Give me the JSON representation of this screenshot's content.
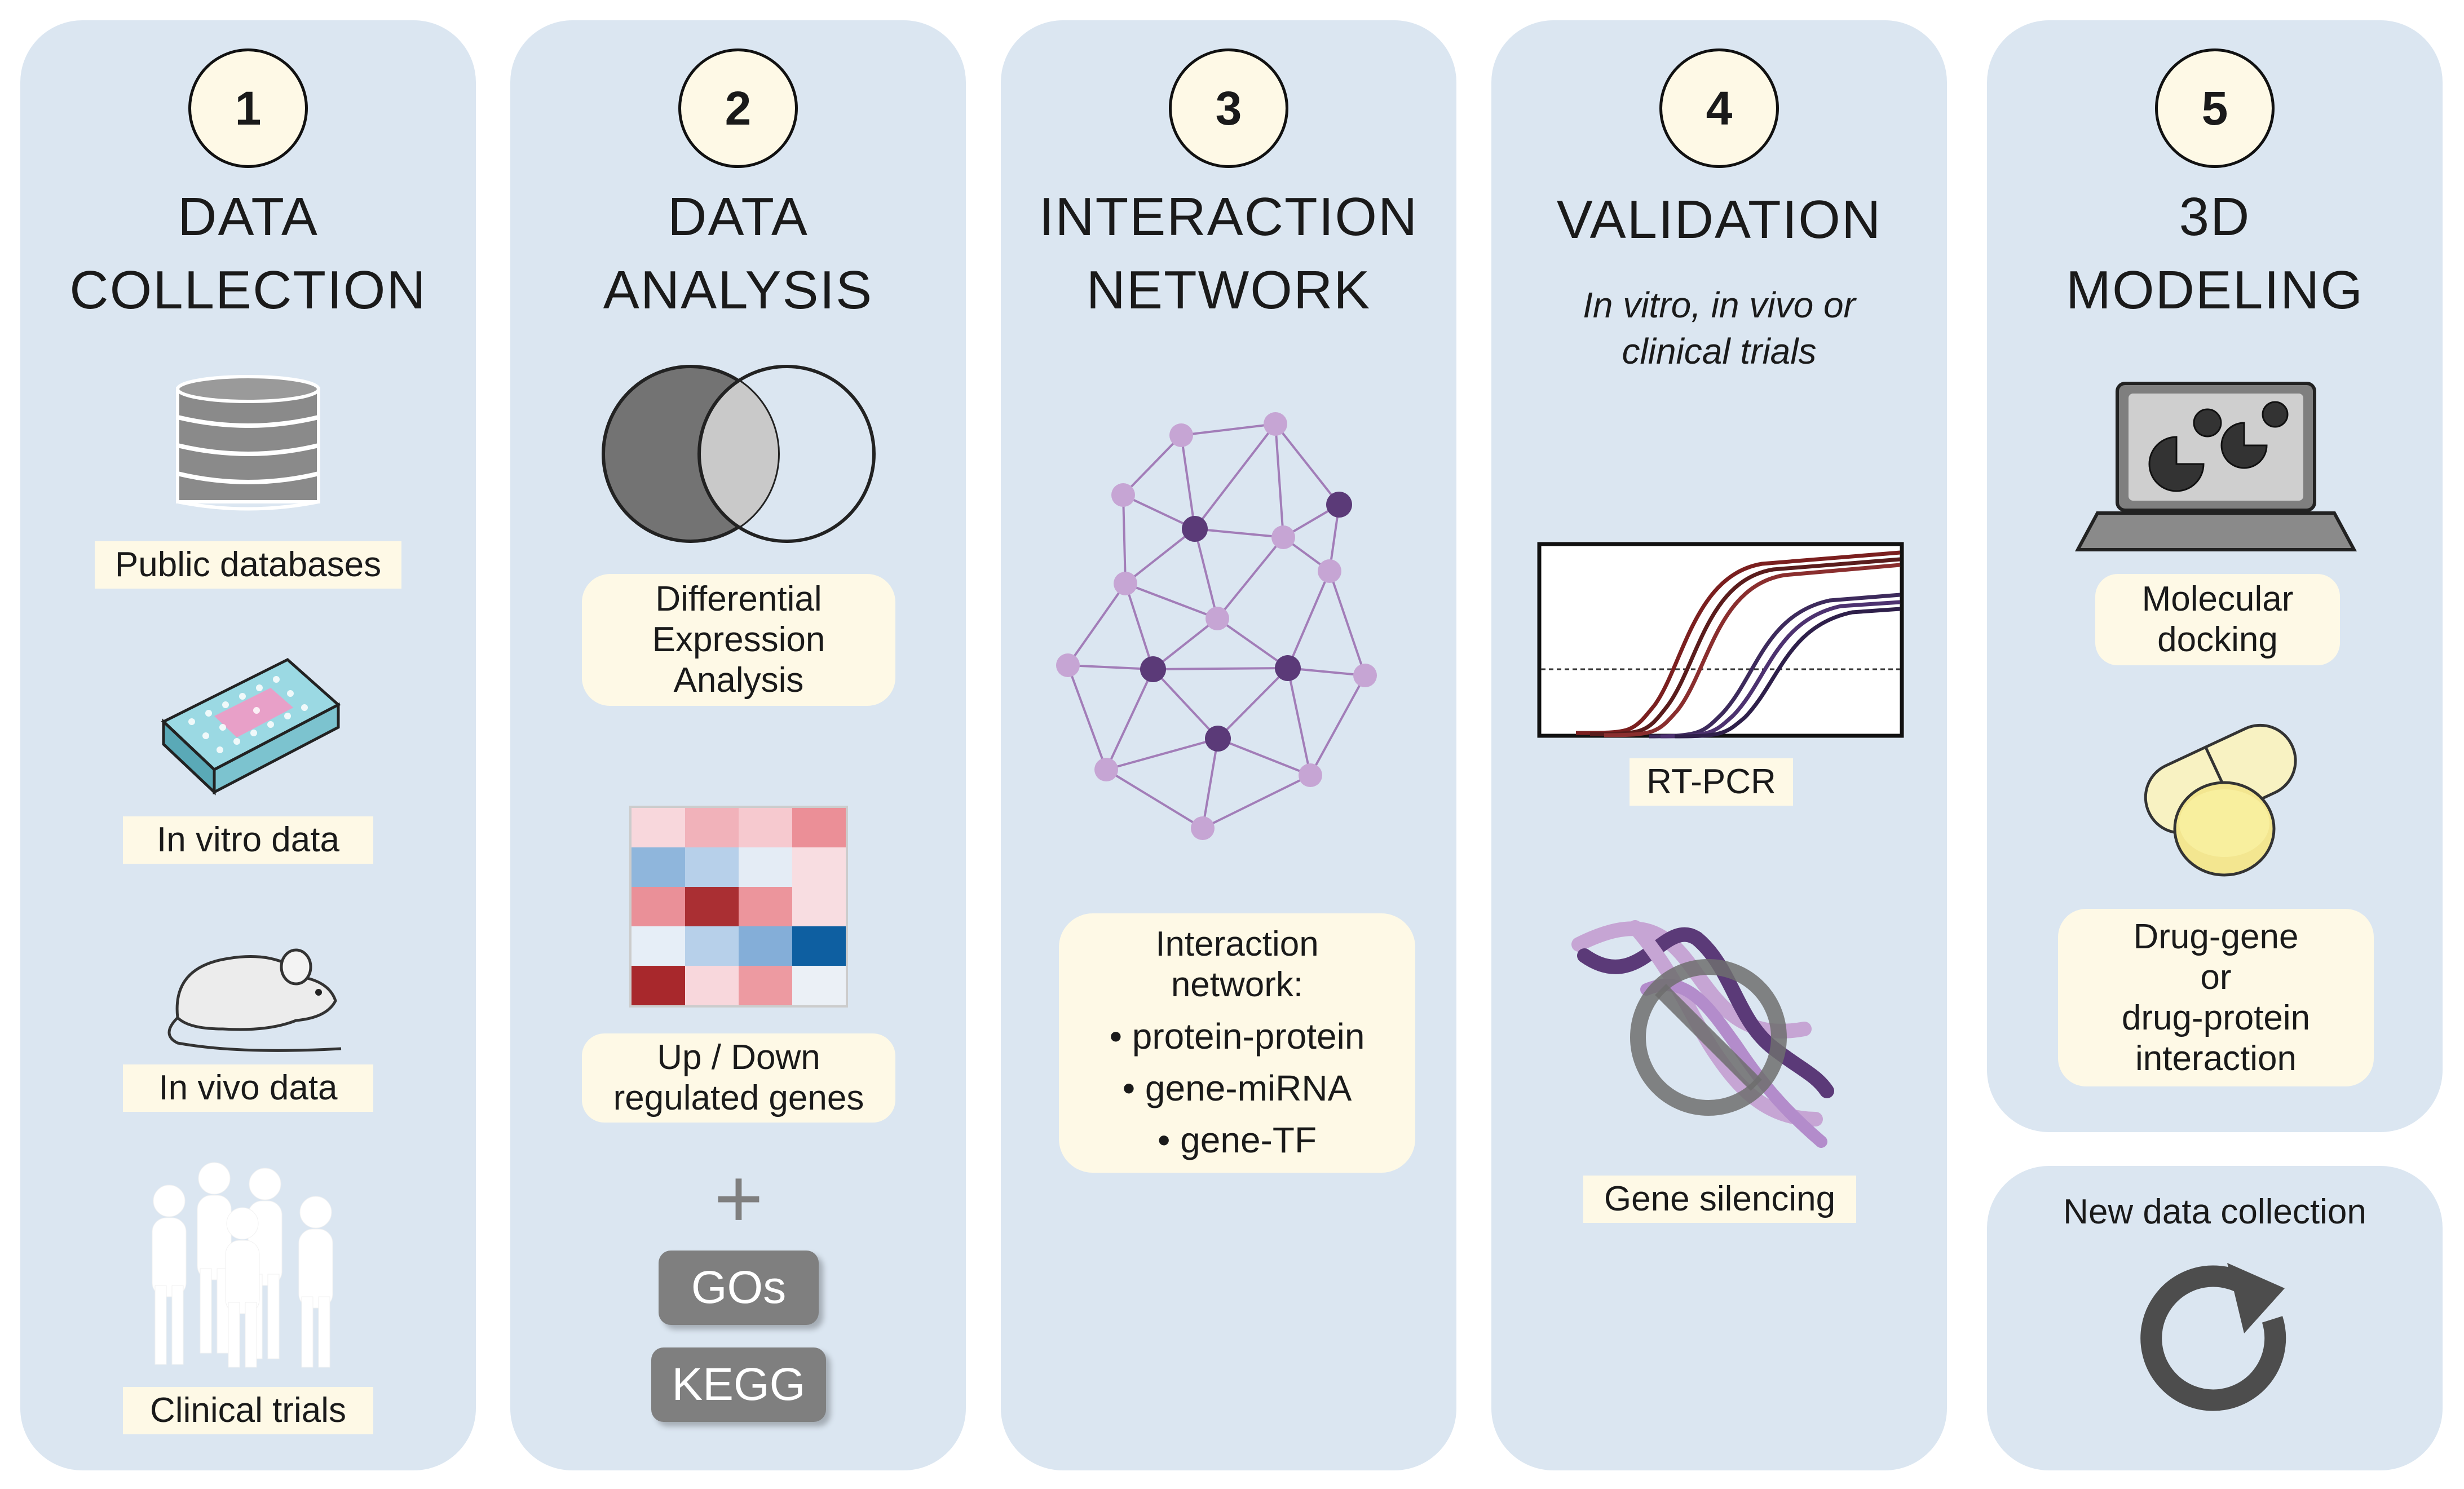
{
  "steps": [
    {
      "number": "1",
      "title_line1": "DATA",
      "title_line2": "COLLECTION",
      "labels": [
        "Public databases",
        "In vitro data",
        "In vivo data",
        "Clinical trials"
      ]
    },
    {
      "number": "2",
      "title_line1": "DATA",
      "title_line2": "ANALYSIS",
      "labels": [
        "Differential\nExpression\nAnalysis",
        "Up / Down\nregulated genes"
      ],
      "plus": "+",
      "tags": [
        "GOs",
        "KEGG"
      ]
    },
    {
      "number": "3",
      "title_line1": "INTERACTION",
      "title_line2": "NETWORK",
      "box_title": "Interaction\nnetwork:",
      "box_items": [
        "• protein-protein",
        "• gene-miRNA",
        "• gene-TF"
      ]
    },
    {
      "number": "4",
      "title_line1": "VALIDATION",
      "subtitle": "In vitro, in vivo or\nclinical trials",
      "labels": [
        "RT-PCR",
        "Gene silencing"
      ]
    },
    {
      "number": "5",
      "title_line1": "3D",
      "title_line2": "MODELING",
      "labels": [
        "Molecular\ndocking",
        "Drug-gene\nor\ndrug-protein\ninteraction"
      ]
    }
  ],
  "cycle": {
    "label": "New data collection"
  },
  "colors": {
    "panel": "#dbe6f1",
    "label_bg": "#fef9e6",
    "network_light": "#c6a5d4",
    "network_dark": "#5b3a78",
    "pcr_red": "#7b1f1f",
    "pcr_purple": "#3d2a5c",
    "gray_tag": "#7f7f7f"
  },
  "icons": [
    "database-icon",
    "well-plate-icon",
    "mouse-icon",
    "people-icon",
    "venn-diagram-icon",
    "heatmap-icon",
    "network-graph-icon",
    "pcr-curve-icon",
    "dna-helix-icon",
    "laptop-molecule-icon",
    "pill-icon",
    "refresh-icon"
  ]
}
